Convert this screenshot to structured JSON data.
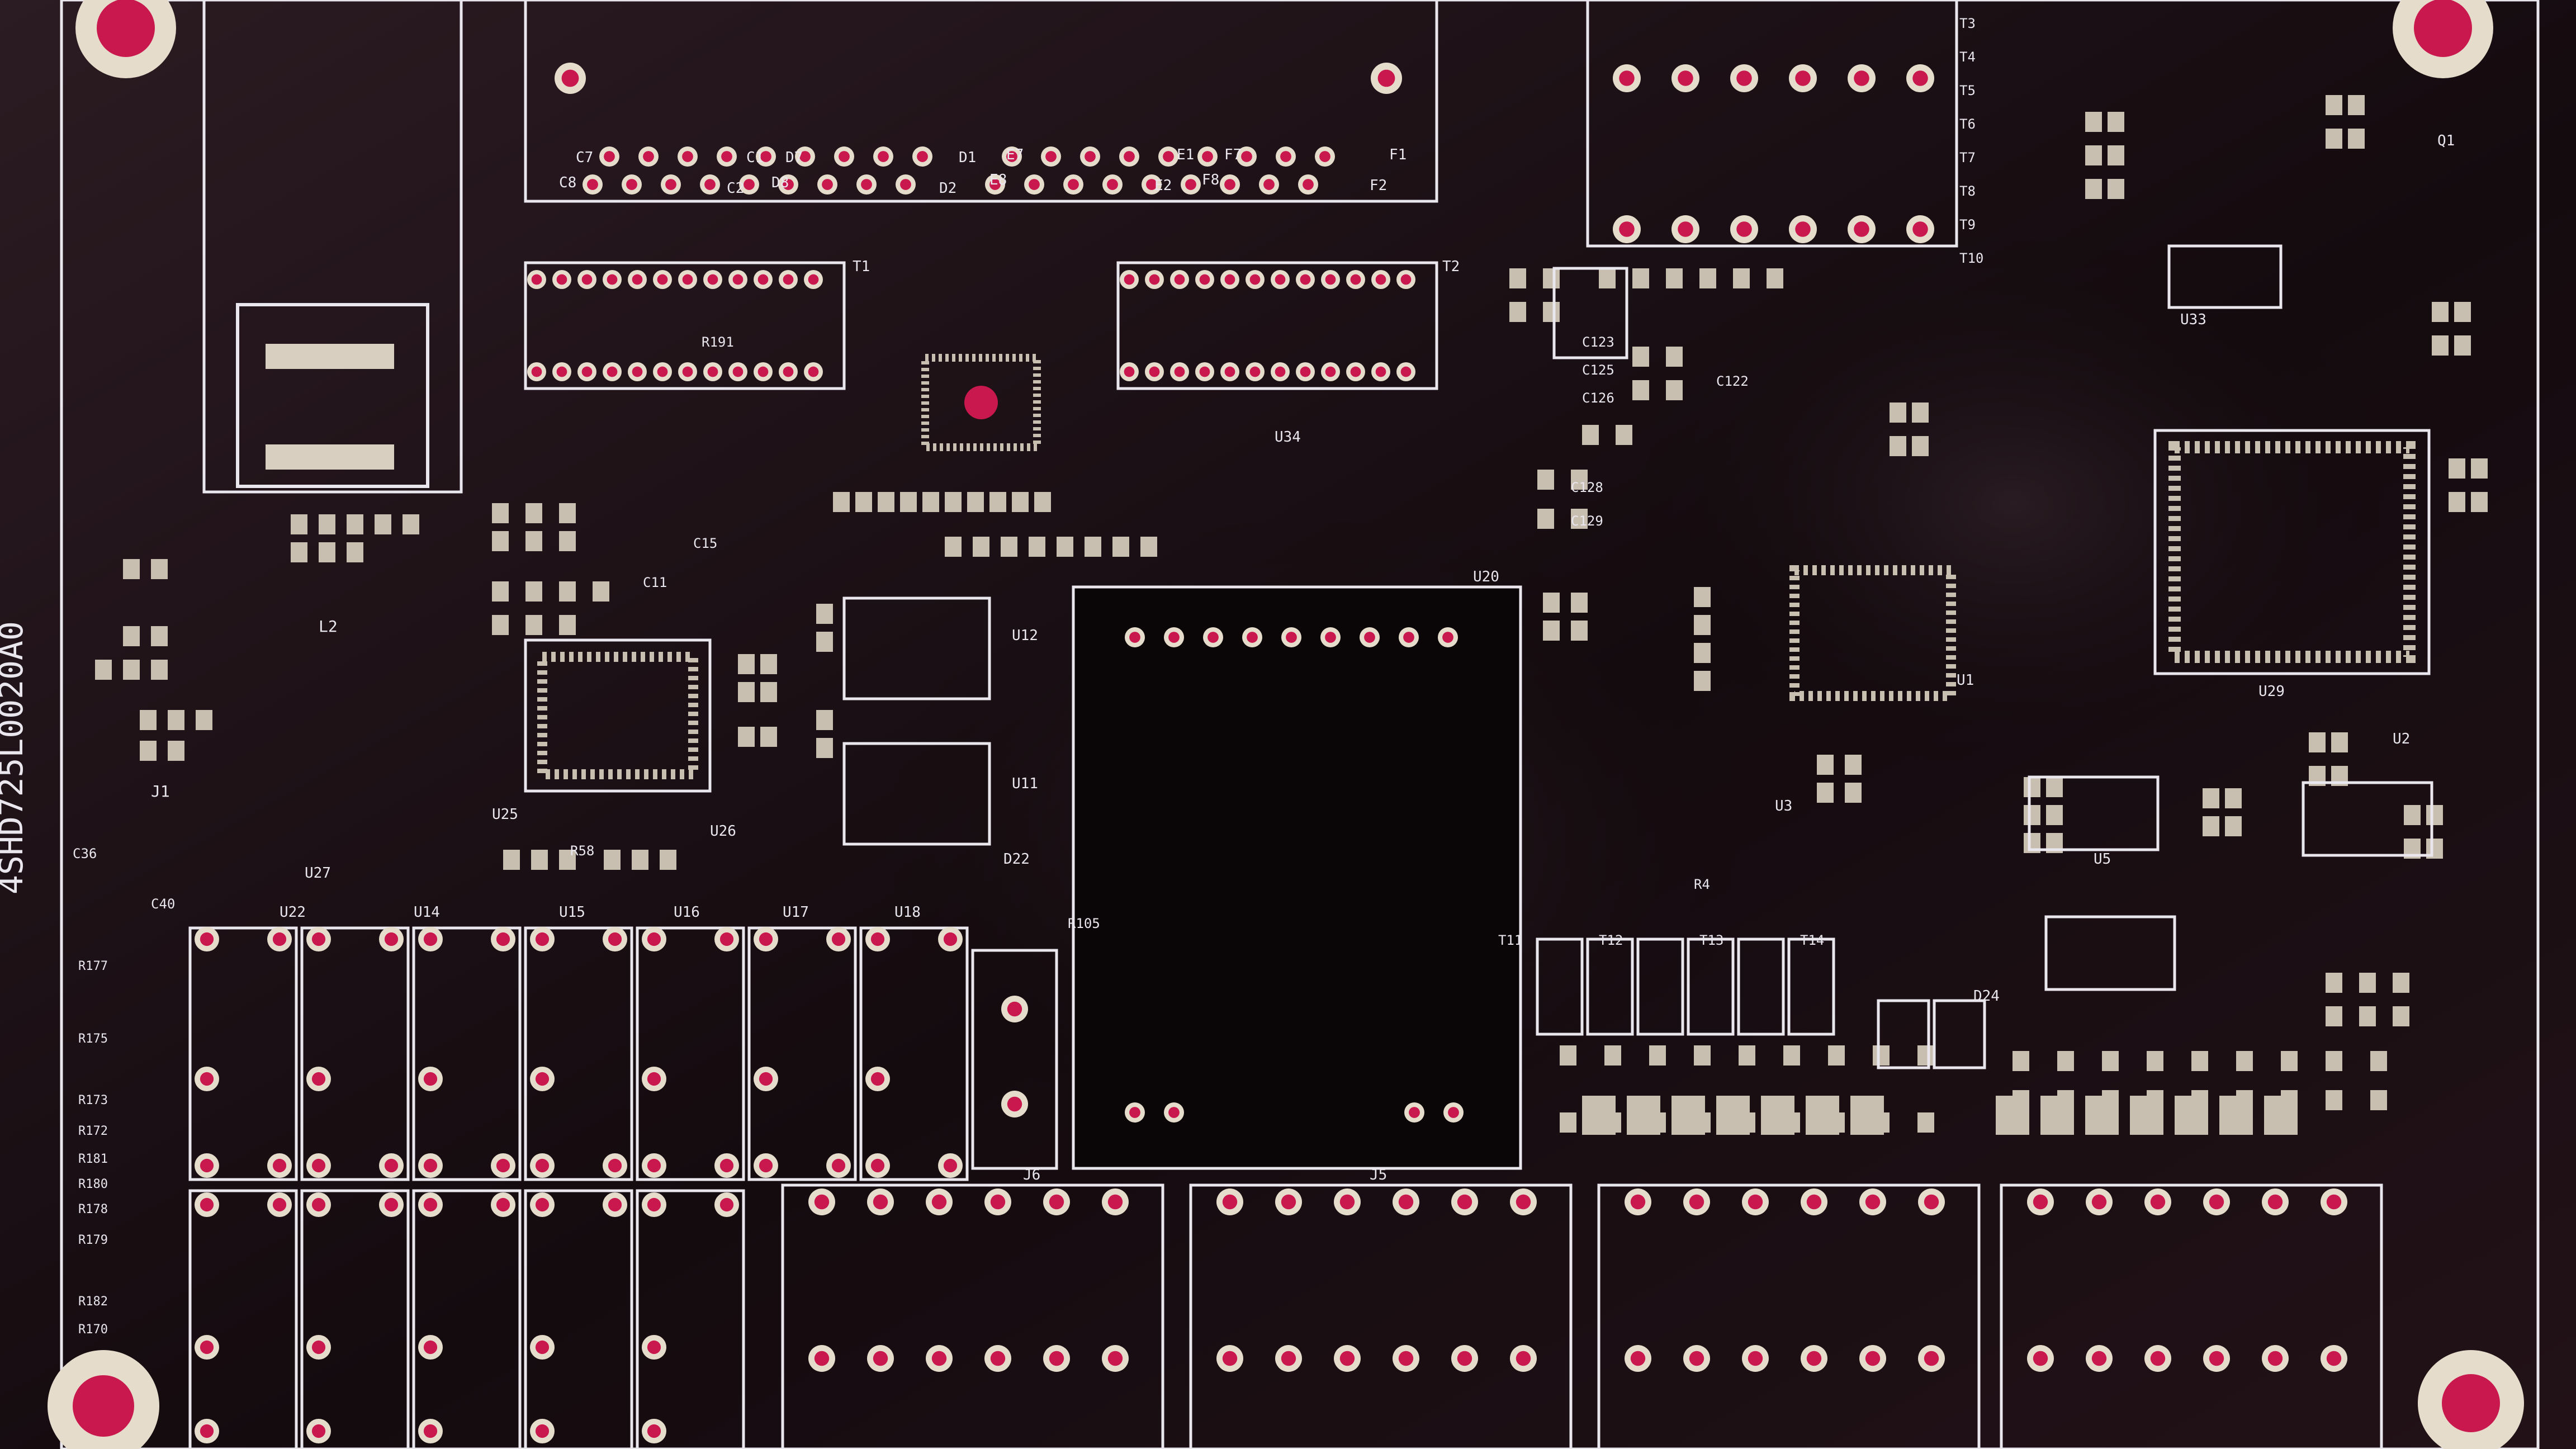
{
  "board": {
    "part_number": "4SHD725L0020A0",
    "designators": {
      "j1": "J1",
      "j5": "J5",
      "j6": "J6",
      "q1": "Q1",
      "u1": "U1",
      "u2": "U2",
      "u3": "U3",
      "u5": "U5",
      "u11": "U11",
      "u12": "U12",
      "u14": "U14",
      "u15": "U15",
      "u16": "U16",
      "u17": "U17",
      "u18": "U18",
      "u20": "U20",
      "u22": "U22",
      "u25": "U25",
      "u26": "U26",
      "u27": "U27",
      "u29": "U29",
      "u33": "U33",
      "u34": "U34",
      "l2": "L2",
      "d22": "D22",
      "d24": "D24",
      "c7": "C7",
      "c8": "C8",
      "c1": "C1",
      "c2": "C2",
      "d7": "D7",
      "d8": "D8",
      "d1": "D1",
      "d2": "D2",
      "e7": "E7",
      "e8": "E8",
      "e1": "E1",
      "e2": "E2",
      "f7": "F7",
      "f8": "F8",
      "f1": "F1",
      "f2": "F2",
      "c11": "C11",
      "c15": "C15",
      "c36": "C36",
      "c40": "C40",
      "c122": "C122",
      "c123": "C123",
      "c125": "C125",
      "c126": "C126",
      "c128": "C128",
      "c129": "C129",
      "r4": "R4",
      "r58": "R58",
      "r105": "R105",
      "r170": "R170",
      "r172": "R172",
      "r173": "R173",
      "r175": "R175",
      "r177": "R177",
      "r178": "R178",
      "r179": "R179",
      "r180": "R180",
      "r181": "R181",
      "r182": "R182",
      "r191": "R191",
      "t1": "T1",
      "t2": "T2",
      "t3": "T3",
      "t4": "T4",
      "t5": "T5",
      "t6": "T6",
      "t7": "T7",
      "t8": "T8",
      "t9": "T9",
      "t10": "T10",
      "t11": "T11",
      "t12": "T12",
      "t13": "T13",
      "t14": "T14"
    }
  },
  "colors": {
    "substrate": "#120a0d",
    "silkscreen": "#e9e6ee",
    "copper_pad": "#c9bfb0",
    "via_ring": "#e6dccb",
    "via_hole": "#c8184e",
    "plating_highlight": "#f3eee7"
  }
}
